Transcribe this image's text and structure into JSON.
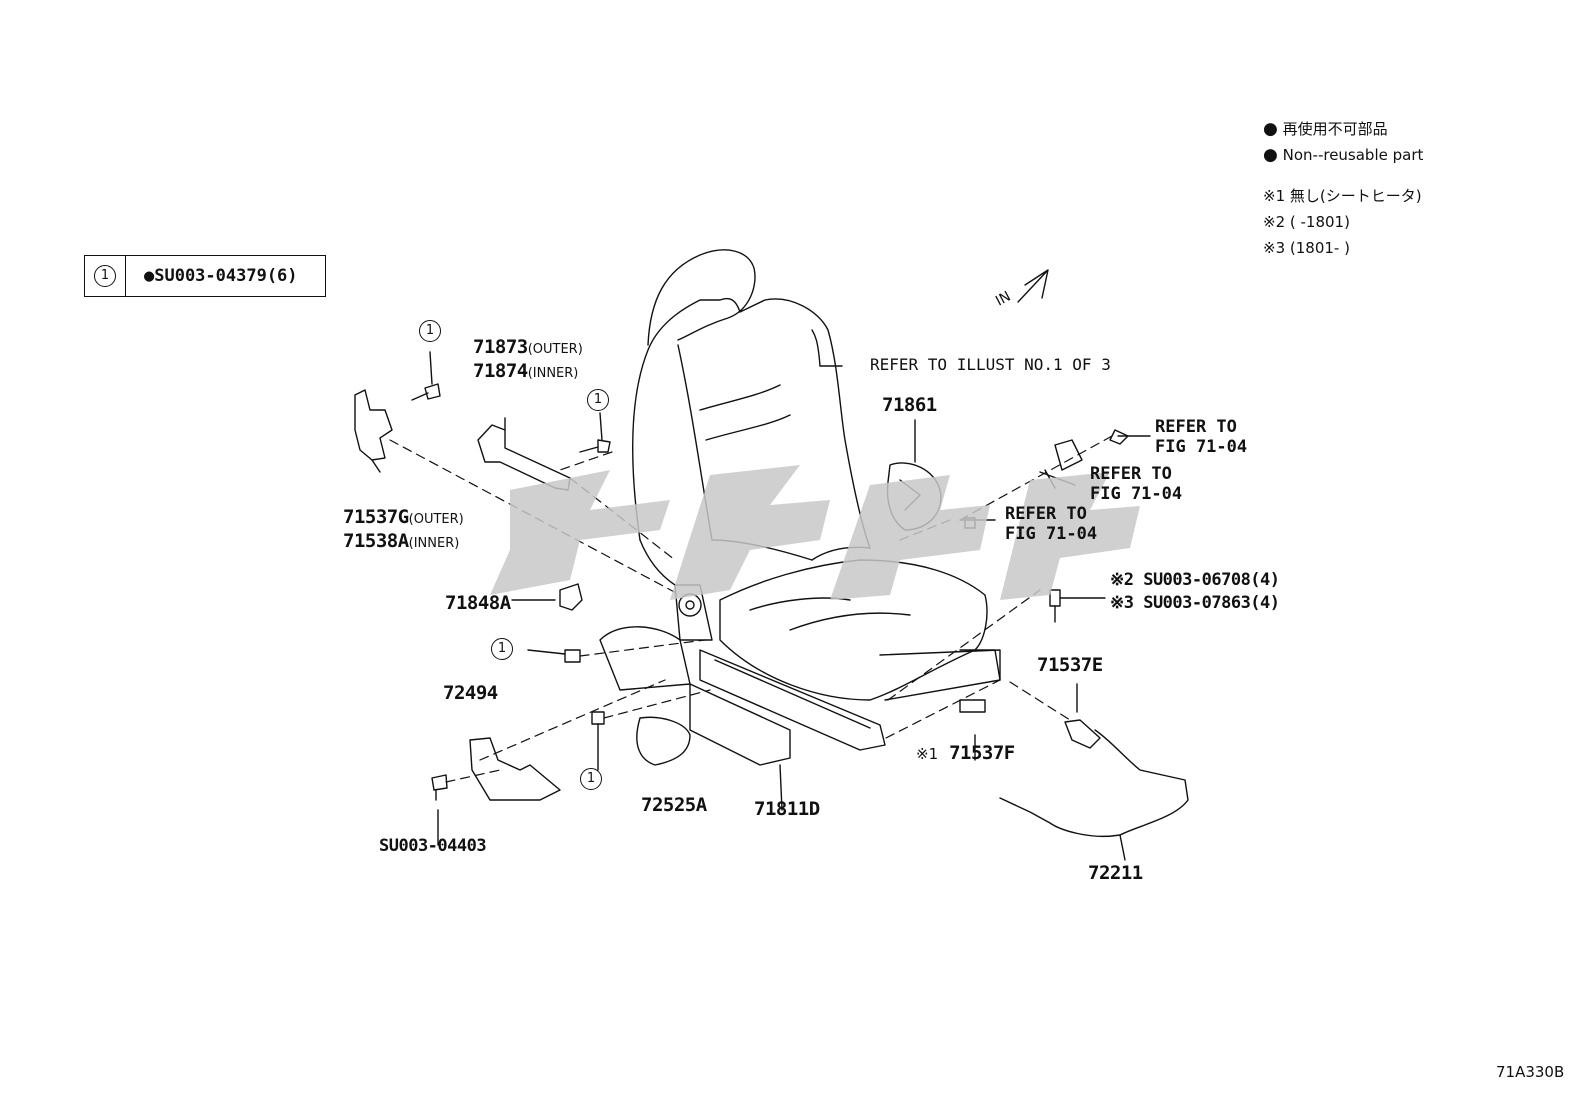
{
  "legend": {
    "non_reusable_ja": "再使用不可部品",
    "non_reusable_en": "Non--reusable part",
    "bullet": "●",
    "notes": [
      "※1 無し(シートヒータ)",
      "※2 (       -1801)",
      "※3 (1801-       )"
    ]
  },
  "fastener_table": {
    "ref": "1",
    "part": "●SU003-04379(6)"
  },
  "direction_label": "IN",
  "refer_illust": "REFER  TO  ILLUST  NO.1  OF  3",
  "refer_fig": [
    "REFER TO",
    "FIG 71-04"
  ],
  "parts": {
    "p71873": "71873",
    "p71873_note": "(OUTER)",
    "p71874": "71874",
    "p71874_note": "(INNER)",
    "p71537g": "71537G",
    "p71537g_note": "(OUTER)",
    "p71538a": "71538A",
    "p71538a_note": "(INNER)",
    "p71861": "71861",
    "p71848a": "71848A",
    "p72494": "72494",
    "p72525a": "72525A",
    "p71811d": "71811D",
    "p71537e": "71537E",
    "p71537f_mark": "※1",
    "p71537f": "71537F",
    "p72211": "72211",
    "su04403": "SU003-04403",
    "su06708": "※2 SU003-06708(4)",
    "su07863": "※3 SU003-07863(4)"
  },
  "figure_code": "71A330B"
}
